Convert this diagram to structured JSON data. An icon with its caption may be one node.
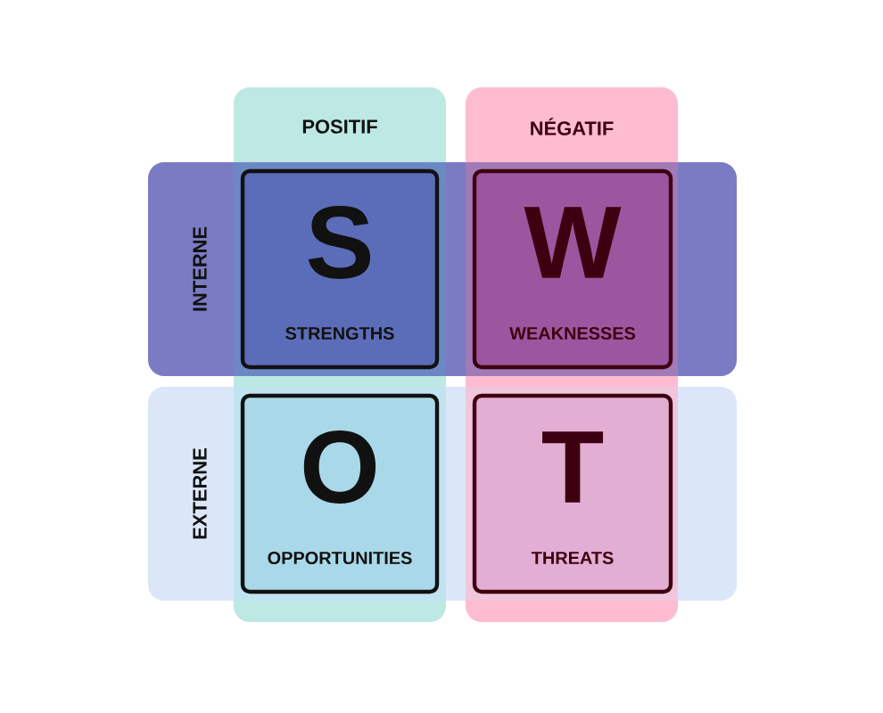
{
  "diagram": {
    "nodes": [
      {
        "text": [
          "POSITIF"
        ]
      },
      {
        "text": [
          "NÉGATIF"
        ]
      },
      {
        "text": [
          "INTERNE"
        ]
      },
      {
        "text": [
          "S",
          "STRENGTHS"
        ]
      },
      {
        "text": [
          "W",
          "WEAKNESSES"
        ]
      },
      {
        "text": [
          "EXTERNE"
        ]
      },
      {
        "text": [
          "O",
          "OPPORTUNITIES"
        ]
      },
      {
        "text": [
          "T",
          "THREATS"
        ]
      }
    ]
  }
}
